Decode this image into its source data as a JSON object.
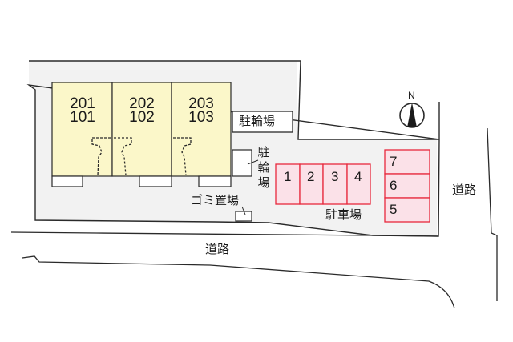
{
  "colors": {
    "lot_fill": "#f2f2f2",
    "unit_fill": "#fbf7c9",
    "parking_fill": "#fbe1e8",
    "parking_stroke": "#e8283c",
    "line": "#2a2a2a"
  },
  "building": {
    "units": [
      {
        "upper": "201",
        "lower": "101"
      },
      {
        "upper": "202",
        "lower": "102"
      },
      {
        "upper": "203",
        "lower": "103"
      }
    ]
  },
  "labels": {
    "bicycle_parking_top": "駐輪場",
    "bicycle_parking_side": "駐輪場",
    "garbage": "ゴミ置場",
    "car_parking": "駐車場",
    "road_south": "道路",
    "road_east": "道路",
    "compass_north": "N"
  },
  "parking": {
    "row": [
      "1",
      "2",
      "3",
      "4"
    ],
    "column": [
      "7",
      "6",
      "5"
    ]
  }
}
